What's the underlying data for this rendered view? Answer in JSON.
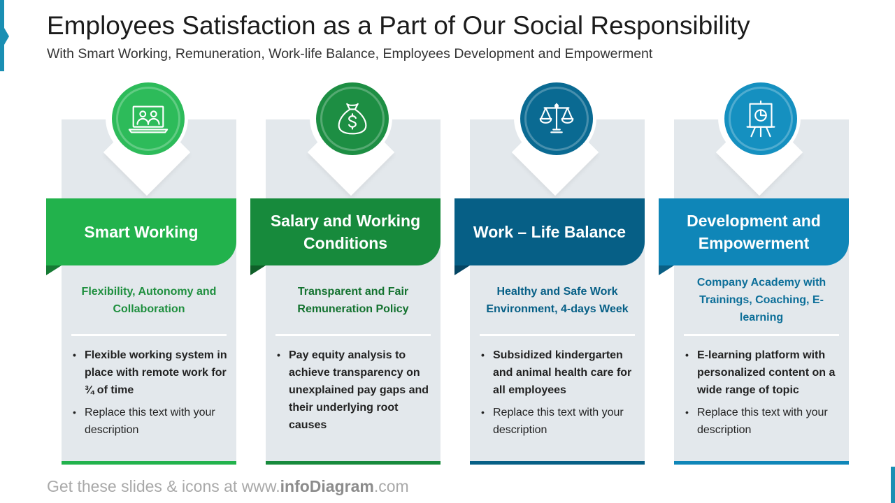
{
  "header": {
    "title": "Employees Satisfaction as a Part of Our Social Responsibility",
    "subtitle": "With Smart Working, Remuneration, Work-life Balance, Employees Development and Empowerment"
  },
  "columns": [
    {
      "title": "Smart Working",
      "icon": "video-call-icon",
      "highlight": "Flexibility, Autonomy and Collaboration",
      "bullets": [
        "Flexible working system in place with remote work for ¾ of time",
        "Replace this text with your description"
      ],
      "color_banner": "#22b24c",
      "color_text": "#1f8f3f",
      "color_icon": "#2dbb5a",
      "color_fold": "#157a33"
    },
    {
      "title": "Salary and Working Conditions",
      "icon": "money-bag-icon",
      "highlight": "Transparent and Fair Remuneration Policy",
      "bullets": [
        "Pay equity analysis to achieve transparency on unexplained pay gaps and their underlying root causes"
      ],
      "color_banner": "#178a3c",
      "color_text": "#13722f",
      "color_icon": "#1d8e43",
      "color_fold": "#0f5f28"
    },
    {
      "title": "Work – Life Balance",
      "icon": "balance-scale-icon",
      "highlight": "Healthy and Safe Work Environment, 4-days Week",
      "bullets": [
        "Subsidized kindergarten and animal health care for all employees",
        "Replace this text with your description"
      ],
      "color_banner": "#065f86",
      "color_text": "#065f86",
      "color_icon": "#0a6a92",
      "color_fold": "#044563"
    },
    {
      "title": "Development and Empowerment",
      "icon": "presentation-board-icon",
      "highlight": "Company Academy with Trainings, Coaching, E-learning",
      "bullets": [
        "E-learning platform with personalized content on a wide range of topic",
        "Replace this text with your description"
      ],
      "color_banner": "#0f86b8",
      "color_text": "#0d6f99",
      "color_icon": "#1590c0",
      "color_fold": "#0a5f84"
    }
  ],
  "footer": {
    "prefix": "Get these slides & icons at www.",
    "brand": "infoDiagram",
    "suffix": ".com"
  }
}
